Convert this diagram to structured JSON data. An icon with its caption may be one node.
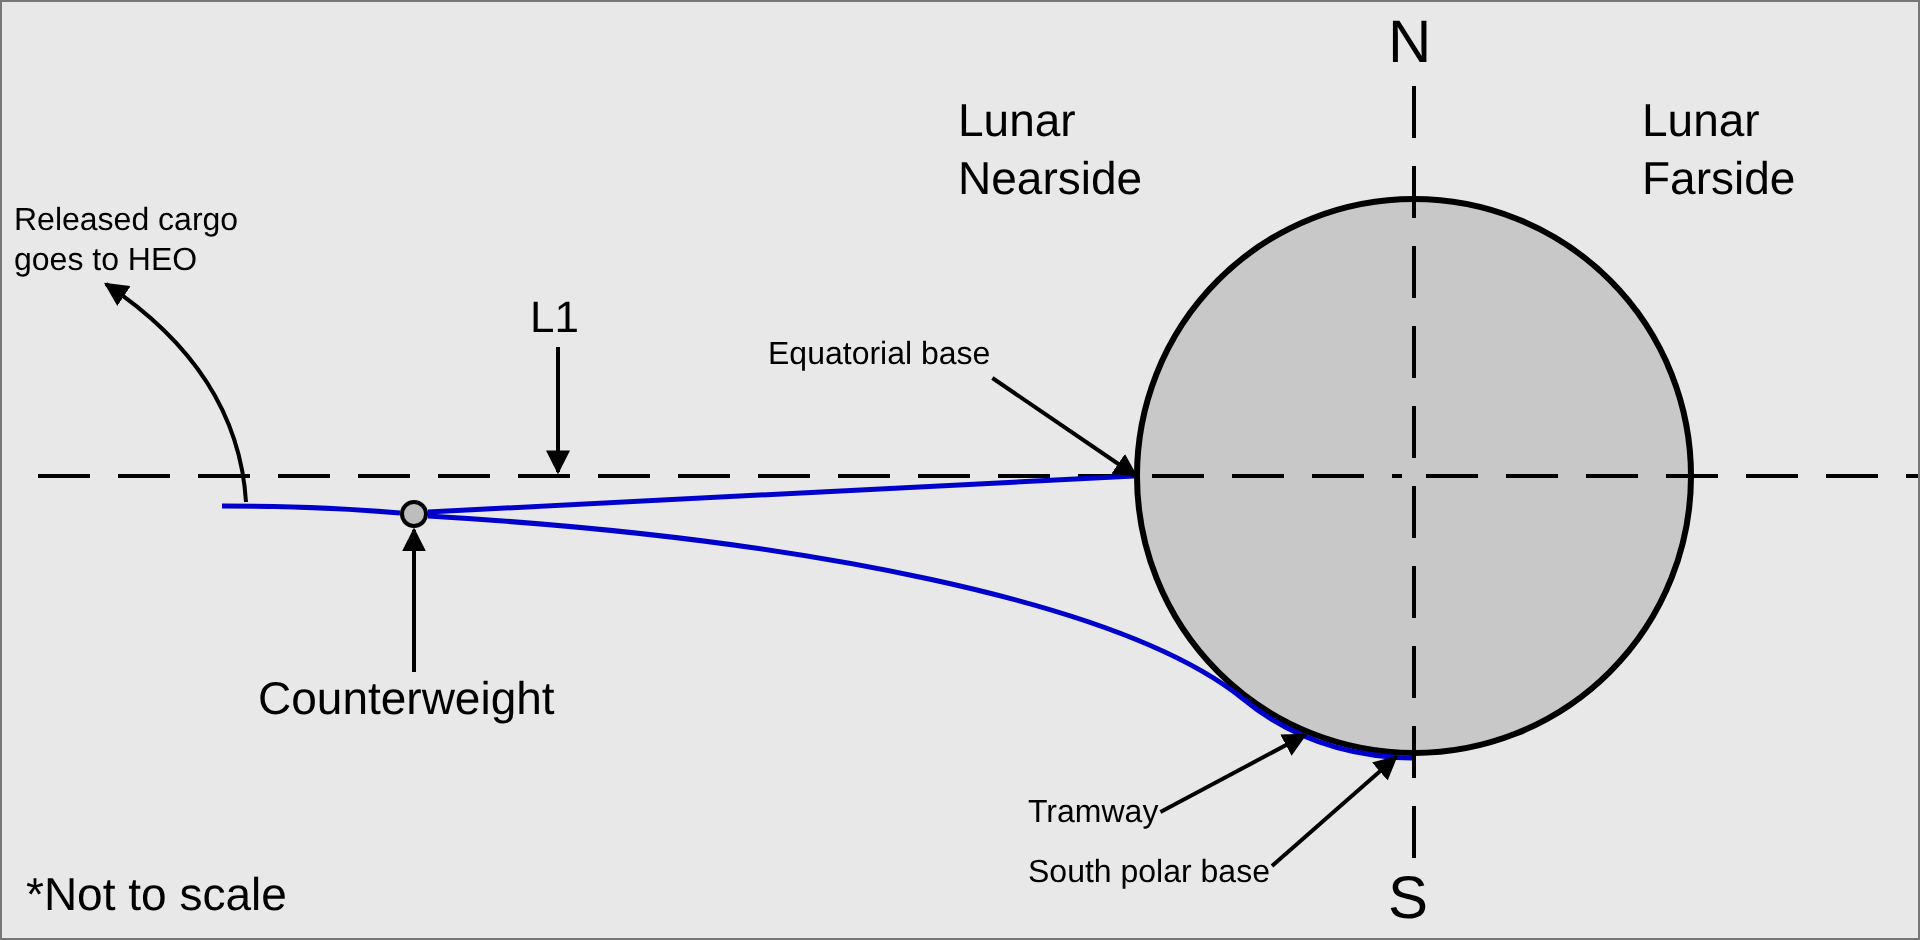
{
  "diagram": {
    "nodes": [
      {
        "text": [],
        "shape": "circle"
      },
      {
        "text": [],
        "shape": "circle"
      },
      {
        "text": [
          "Released cargo goes to HEO"
        ]
      },
      {
        "text": [
          "L1"
        ]
      },
      {
        "text": [
          "Equatorial base"
        ]
      },
      {
        "text": [
          "Counterweight"
        ]
      },
      {
        "text": [
          "Tramway"
        ]
      },
      {
        "text": [
          "South polar base"
        ]
      }
    ],
    "edges": [
      {
        "from": null,
        "to": 2,
        "arrow": "to"
      },
      {
        "from": 3,
        "to": null,
        "arrow": "to"
      },
      {
        "from": 4,
        "to": 0,
        "arrow": "to"
      },
      {
        "from": 5,
        "to": 1,
        "arrow": "to"
      },
      {
        "from": 6,
        "to": 0,
        "arrow": "to"
      },
      {
        "from": 7,
        "to": 0,
        "arrow": "to"
      }
    ],
    "labels": [
      "N",
      "Lunar Nearside",
      "Lunar Farside",
      "S",
      "*Not to scale"
    ]
  }
}
